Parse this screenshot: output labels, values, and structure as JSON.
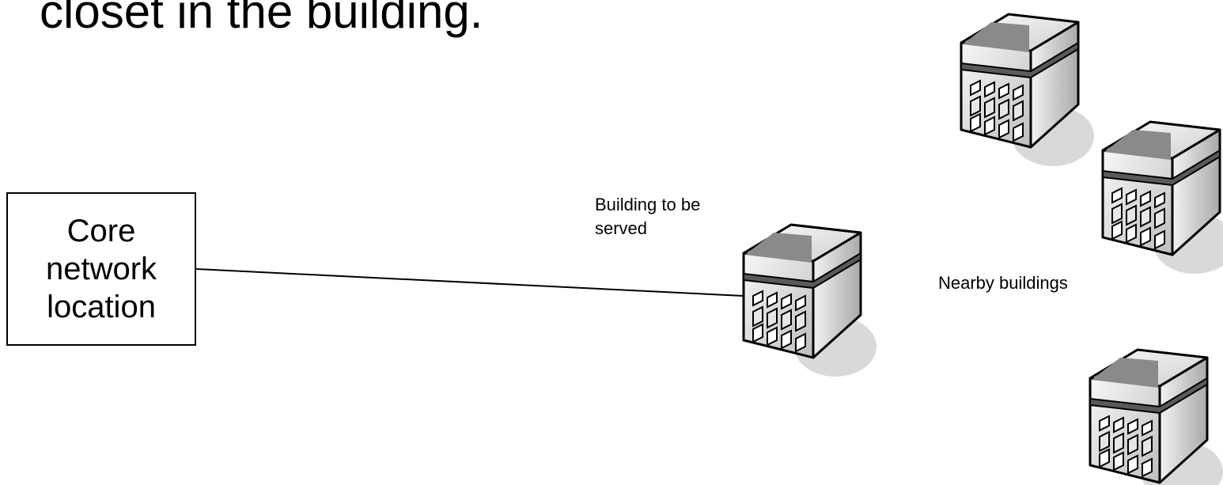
{
  "slide": {
    "heading": "closet in the building."
  },
  "diagram": {
    "core_node": {
      "label": "Core\nnetwork\nlocation"
    },
    "served_label": "Building to be\nserved",
    "nearby_label": "Nearby buildings",
    "icons": {
      "building": "office-building-icon"
    },
    "colors": {
      "line": "#000000",
      "roof": "#8a8a8a",
      "shadow": "#d9d9d9"
    }
  }
}
